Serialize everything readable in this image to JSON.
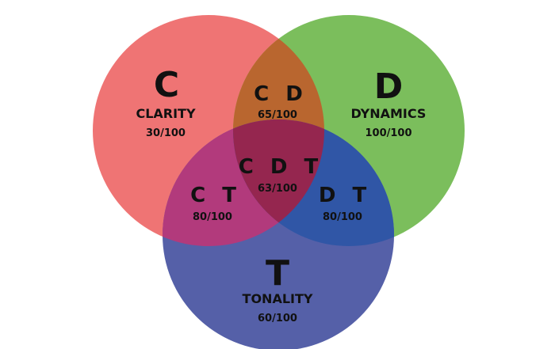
{
  "diagram": {
    "sets": {
      "clarity": {
        "letter": "C",
        "name": "CLARITY",
        "score": "30/100",
        "color": "#EF7474"
      },
      "dynamics": {
        "letter": "D",
        "name": "DYNAMICS",
        "score": "100/100",
        "color": "#7BBE5C"
      },
      "tonality": {
        "letter": "T",
        "name": "TONALITY",
        "score": "60/100",
        "color": "#5560A8"
      }
    },
    "overlaps": {
      "cd": {
        "letter": "C D",
        "score": "65/100",
        "color": "#B9662F"
      },
      "ct": {
        "letter": "C T",
        "score": "80/100",
        "color": "#B23A7C"
      },
      "dt": {
        "letter": "D T",
        "score": "80/100",
        "color": "#3056A6"
      },
      "cdt": {
        "letter": "C D T",
        "score": "63/100",
        "color": "#95264F"
      }
    }
  }
}
